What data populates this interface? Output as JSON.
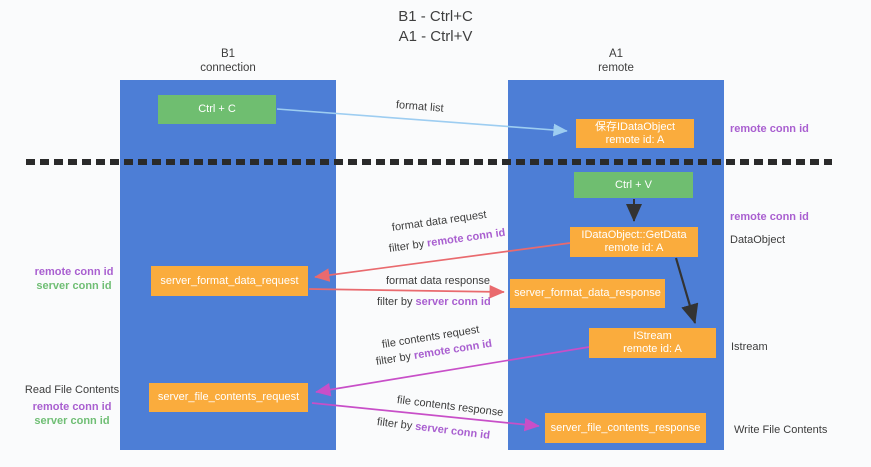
{
  "title": {
    "line1": "B1 - Ctrl+C",
    "line2": "A1 - Ctrl+V"
  },
  "columns": {
    "left": {
      "name": "B1",
      "role": "connection"
    },
    "right": {
      "name": "A1",
      "role": "remote"
    }
  },
  "boxes": {
    "ctrl_c": {
      "label": "Ctrl + C"
    },
    "ctrl_v": {
      "label": "Ctrl + V"
    },
    "save_idataobject": {
      "line1": "保存IDataObject",
      "line2": "remote id: A"
    },
    "getdata": {
      "line1": "IDataObject::GetData",
      "line2": "remote id: A"
    },
    "istream": {
      "line1": "IStream",
      "line2": "remote id: A"
    },
    "format_request": {
      "label": "server_format_data_request"
    },
    "format_response": {
      "label": "server_format_data_response"
    },
    "file_request": {
      "label": "server_file_contents_request"
    },
    "file_response": {
      "label": "server_file_contents_response"
    }
  },
  "margin_labels": {
    "right_top_remote_conn_id": "remote conn id",
    "right_mid_remote_conn_id": "remote conn id",
    "data_object": "DataObject",
    "istream": "Istream",
    "write_file_contents": "Write File Contents",
    "left_remote_conn_id": "remote conn id",
    "left_server_conn_id": "server conn id",
    "read_file_contents": "Read File Contents",
    "left2_remote_conn_id": "remote conn id",
    "left2_server_conn_id": "server conn id"
  },
  "flow_labels": {
    "format_list": "format list",
    "format_data_request": {
      "text": "format data request",
      "filter_prefix": "filter by ",
      "filter_value": "remote conn id"
    },
    "format_data_response": {
      "text": "format data response",
      "filter_prefix": "filter by ",
      "filter_value": "server conn id"
    },
    "file_contents_request": {
      "text": "file contents request",
      "filter_prefix": "filter by ",
      "filter_value": "remote conn id"
    },
    "file_contents_response": {
      "text": "file contents response",
      "filter_prefix": "filter by ",
      "filter_value": "server conn id"
    }
  },
  "colors": {
    "column_blue": "#4d7ed6",
    "box_green": "#6fbe70",
    "box_orange": "#faac3d",
    "arrow_light_blue": "#9dcdf1",
    "arrow_red": "#e96a6e",
    "arrow_magenta": "#c84fc8",
    "arrow_black": "#333333",
    "text_purple": "#a95fd0",
    "text_green": "#6fbe74",
    "dash_line": "#2a2a2a"
  }
}
